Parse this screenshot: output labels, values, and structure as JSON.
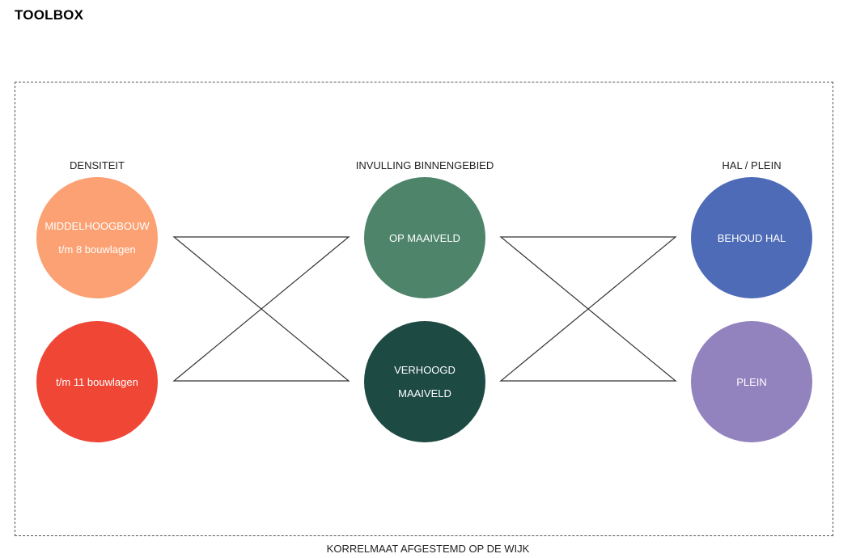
{
  "title": "TOOLBOX",
  "caption": "KORRELMAAT AFGESTEMD OP DE WIJK",
  "columns": [
    {
      "header": "DENSITEIT",
      "nodes": [
        {
          "lines": [
            "MIDDELHOOGBOUW",
            "t/m 8 bouwlagen"
          ],
          "color": "#FBA173"
        },
        {
          "lines": [
            "t/m 11 bouwlagen"
          ],
          "color": "#F04635"
        }
      ]
    },
    {
      "header": "INVULLING BINNENGEBIED",
      "nodes": [
        {
          "lines": [
            "OP MAAIVELD"
          ],
          "color": "#4E846A"
        },
        {
          "lines": [
            "VERHOOGD",
            "MAAIVELD"
          ],
          "color": "#1E4A44"
        }
      ]
    },
    {
      "header": "HAL / PLEIN",
      "nodes": [
        {
          "lines": [
            "BEHOUD HAL"
          ],
          "color": "#4E6BB8"
        },
        {
          "lines": [
            "PLEIN"
          ],
          "color": "#9282BE"
        }
      ]
    }
  ],
  "colors": {
    "frame_border": "#555555",
    "connector_stroke": "#333333"
  }
}
